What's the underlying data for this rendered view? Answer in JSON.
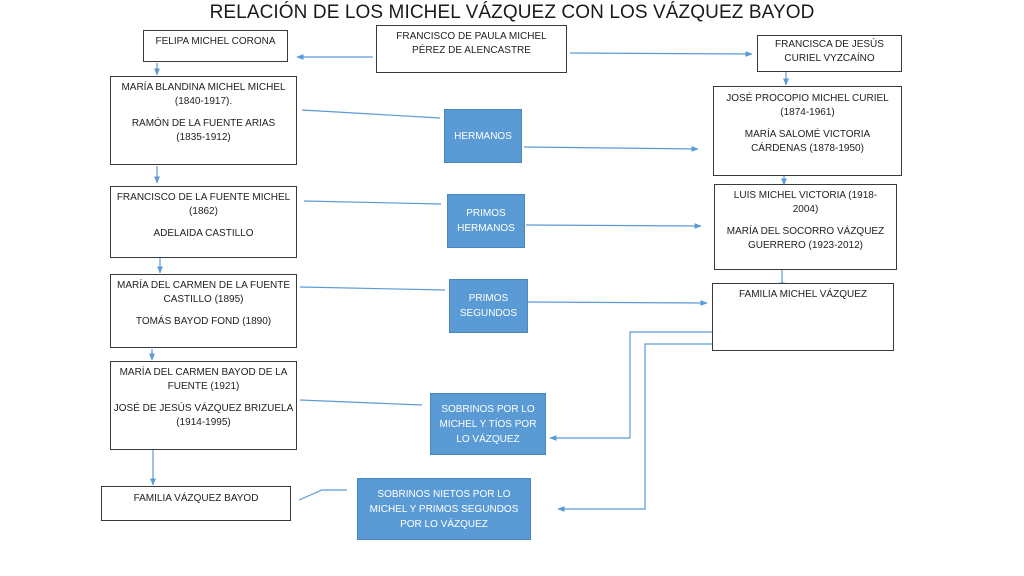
{
  "title": "RELACIÓN DE LOS MICHEL VÁZQUEZ CON LOS VÁZQUEZ BAYOD",
  "colors": {
    "relation_fill": "#5b9bd5",
    "connector": "#5b9bd5",
    "box_border": "#3a3a3a"
  },
  "root": {
    "lines": [
      "FRANCISCO DE PAULA MICHEL",
      "PÉREZ DE ALENCASTRE"
    ]
  },
  "left_branch": [
    {
      "id": "felipa",
      "lines": [
        "FELIPA MICHEL CORONA"
      ]
    },
    {
      "id": "maria-blandina",
      "person1": [
        "MARÍA BLANDINA MICHEL MICHEL",
        "(1840-1917)."
      ],
      "person2": [
        "RAMÓN DE LA FUENTE ARIAS",
        "(1835-1912)"
      ]
    },
    {
      "id": "francisco-fuente",
      "person1": [
        "FRANCISCO DE LA FUENTE MICHEL",
        "(1862)"
      ],
      "person2": [
        "ADELAIDA CASTILLO"
      ]
    },
    {
      "id": "maria-carmen-fuente",
      "person1": [
        "MARÍA DEL CARMEN DE LA FUENTE",
        "CASTILLO (1895)"
      ],
      "person2": [
        "TOMÁS BAYOD FOND (1890)"
      ]
    },
    {
      "id": "maria-carmen-bayod",
      "person1": [
        "MARÍA DEL CARMEN BAYOD DE LA",
        "FUENTE (1921)"
      ],
      "person2": [
        "JOSÉ DE JESÚS VÁZQUEZ BRIZUELA",
        "(1914-1995)"
      ]
    },
    {
      "id": "familia-vazquez-bayod",
      "lines": [
        "FAMILIA VÁZQUEZ BAYOD"
      ]
    }
  ],
  "right_branch": [
    {
      "id": "francisca",
      "lines": [
        "FRANCISCA DE JESÚS",
        "CURIEL VYZCAÍNO"
      ]
    },
    {
      "id": "jose-procopio",
      "person1": [
        "JOSÉ PROCOPIO MICHEL CURIEL",
        "(1874-1961)"
      ],
      "person2": [
        "MARÍA SALOMÉ VICTORIA",
        "CÁRDENAS (1878-1950)"
      ]
    },
    {
      "id": "luis-michel",
      "person1": [
        "LUIS MICHEL VICTORIA (1918-",
        "2004)"
      ],
      "person2": [
        "MARÍA DEL SOCORRO VÁZQUEZ",
        "GUERRERO (1923-2012)"
      ]
    },
    {
      "id": "familia-michel-vazquez",
      "lines": [
        "FAMILIA MICHEL VÁZQUEZ"
      ]
    }
  ],
  "relations": [
    {
      "id": "hermanos",
      "lines": [
        "HERMANOS"
      ]
    },
    {
      "id": "primos-hermanos",
      "lines": [
        "PRIMOS",
        "HERMANOS"
      ]
    },
    {
      "id": "primos-segundos",
      "lines": [
        "PRIMOS",
        "SEGUNDOS"
      ]
    },
    {
      "id": "sobrinos",
      "lines": [
        "SOBRINOS POR LO",
        "MICHEL Y TÍOS POR",
        "LO VÁZQUEZ"
      ]
    },
    {
      "id": "sobrinos-nietos",
      "lines": [
        "SOBRINOS NIETOS POR LO",
        "MICHEL Y PRIMOS SEGUNDOS",
        "POR LO VÁZQUEZ"
      ]
    }
  ]
}
